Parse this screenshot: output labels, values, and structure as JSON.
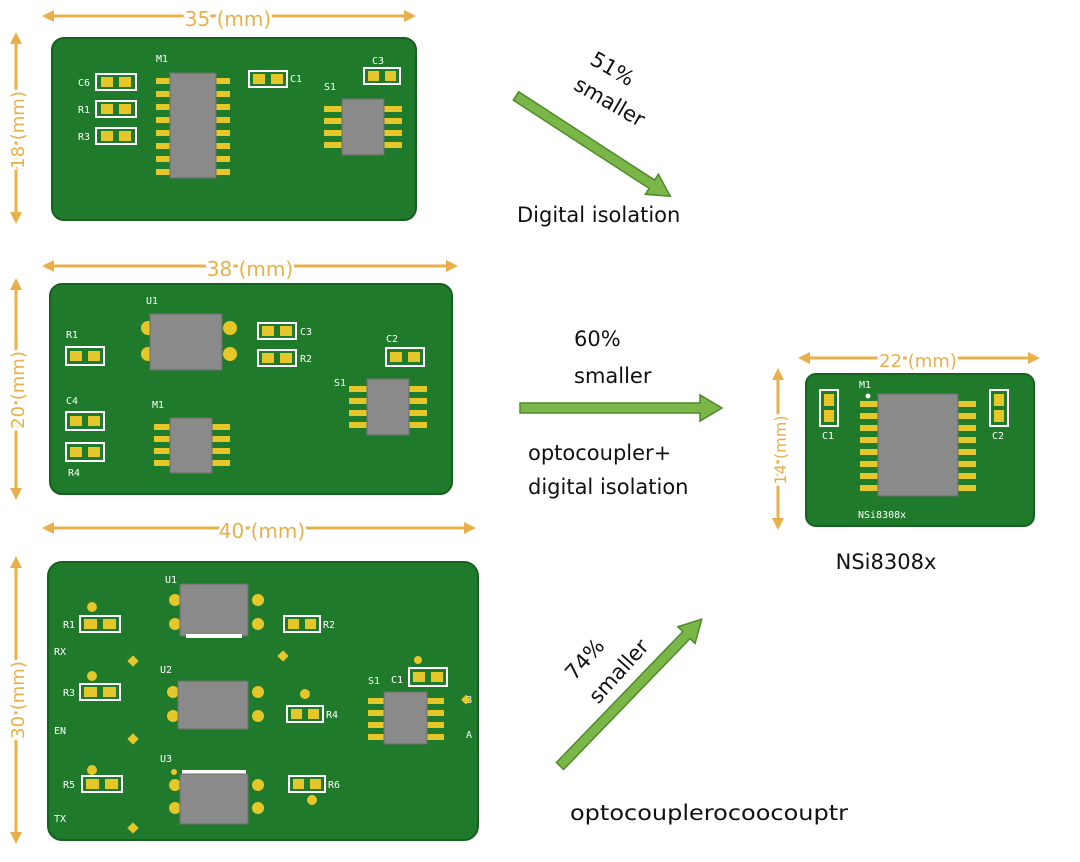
{
  "boards": {
    "top": {
      "width_label": "35 (mm)",
      "height_label": "18 (mm)",
      "silkscreen": [
        "C6",
        "R1",
        "R3",
        "M1",
        "C1",
        "S1",
        "C3"
      ]
    },
    "middle": {
      "width_label": "38 (mm)",
      "height_label": "20 (mm)",
      "silkscreen": [
        "U1",
        "C3",
        "R2",
        "R1",
        "C2",
        "S1",
        "C4",
        "M1",
        "R4"
      ]
    },
    "bottom": {
      "width_label": "40 (mm)",
      "height_label": "30 (mm)",
      "silkscreen": [
        "U1",
        "R1",
        "R2",
        "RX",
        "U2",
        "S1",
        "C1",
        "R3",
        "R4",
        "B",
        "EN",
        "A",
        "U3",
        "R5",
        "R6",
        "TX"
      ]
    },
    "result": {
      "width_label": "22 (mm)",
      "height_label": "14 (mm)",
      "silkscreen": [
        "M1",
        "C1",
        "C2",
        "NSi8308x"
      ],
      "caption": "NSi8308x"
    }
  },
  "arrows": {
    "top": {
      "percent": "51%",
      "word": "smaller",
      "description": "Digital isolation"
    },
    "middle": {
      "percent": "60%",
      "word": "smaller",
      "description_line1": "optocoupler+",
      "description_line2": "digital isolation"
    },
    "bottom": {
      "percent": "74%",
      "word": "smaller",
      "description": "optocouplerocoocouptr"
    }
  },
  "colors": {
    "board": "#1f7a2b",
    "pad": "#e6c72a",
    "chip": "#8a8a8a",
    "arrow": "#7ab648",
    "dimension": "#e8b04a"
  }
}
